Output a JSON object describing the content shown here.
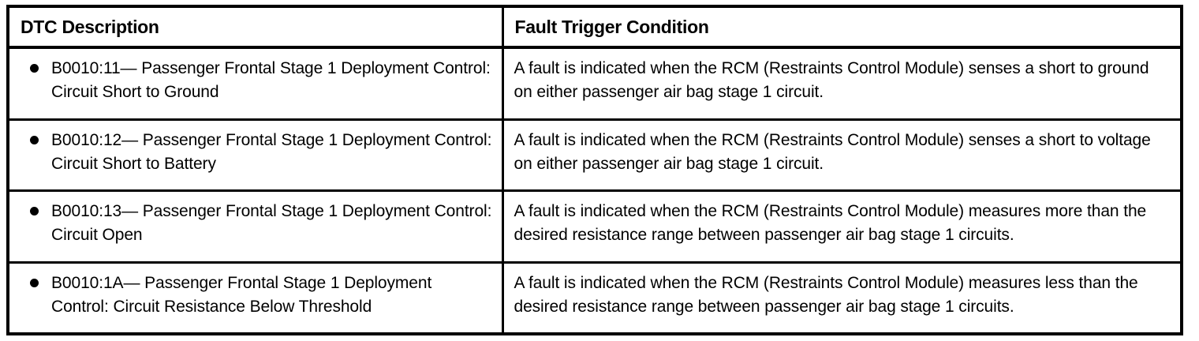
{
  "table": {
    "columns": [
      {
        "key": "description",
        "header": "DTC Description"
      },
      {
        "key": "condition",
        "header": "Fault Trigger Condition"
      }
    ],
    "rows": [
      {
        "bullet": "filled-circle-bullet",
        "description": "B0010:11— Passenger Frontal Stage 1 Deployment Control: Circuit Short to Ground",
        "condition": "A fault is indicated when the RCM (Restraints Control Module) senses a short to ground on either passenger air bag stage 1 circuit."
      },
      {
        "bullet": "filled-circle-bullet",
        "description": "B0010:12— Passenger Frontal Stage 1 Deployment Control: Circuit Short to Battery",
        "condition": "A fault is indicated when the RCM (Restraints Control Module) senses a short to voltage on either passenger air bag stage 1 circuit."
      },
      {
        "bullet": "filled-circle-bullet",
        "description": "B0010:13— Passenger Frontal Stage 1 Deployment Control: Circuit Open",
        "condition": "A fault is indicated when the RCM (Restraints Control Module) measures more than the desired resistance range between passenger air bag stage 1 circuits."
      },
      {
        "bullet": "filled-circle-bullet",
        "description": "B0010:1A— Passenger Frontal Stage 1 Deployment Control: Circuit Resistance Below Threshold",
        "condition": "A fault is indicated when the RCM (Restraints Control Module) measures less than the desired resistance range between passenger air bag stage 1 circuits."
      }
    ]
  },
  "style": {
    "border_color": "#000000",
    "text_color": "#000000",
    "background": "#ffffff"
  }
}
